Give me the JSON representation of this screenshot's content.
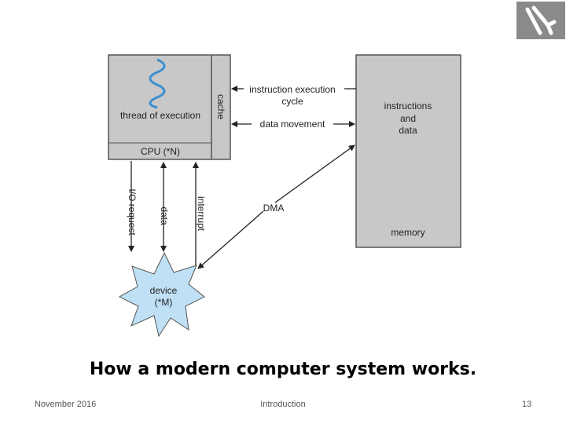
{
  "diagram": {
    "cpu": {
      "thread_label": "thread of execution",
      "cache_label": "cache",
      "cpu_label": "CPU (*N)"
    },
    "memory": {
      "contents_line1": "instructions",
      "contents_line2": "and",
      "contents_line3": "data",
      "label": "memory"
    },
    "arrows": {
      "instruction_cycle_line1": "instruction execution",
      "instruction_cycle_line2": "cycle",
      "data_movement": "data movement",
      "dma": "DMA",
      "io_request": "I/O request",
      "data": "data",
      "interrupt": "interrupt"
    },
    "device": {
      "line1": "device",
      "line2": "(*M)"
    }
  },
  "caption": "How a modern computer system works.",
  "footer": {
    "date": "November 2016",
    "section": "Introduction",
    "page": "13"
  },
  "colors": {
    "box_fill": "#c8c8c8",
    "device_fill": "#bfe0f5",
    "wave": "#3b8fd0",
    "logo_bg": "#8a8a8a"
  }
}
